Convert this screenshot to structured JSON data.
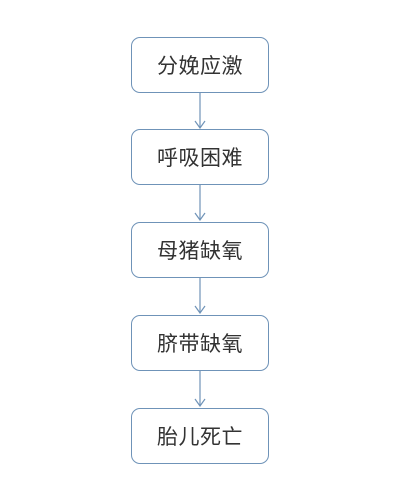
{
  "diagram": {
    "type": "vertical-flowchart",
    "nodes": [
      {
        "label": "分娩应激"
      },
      {
        "label": "呼吸困难"
      },
      {
        "label": "母猪缺氧"
      },
      {
        "label": "脐带缺氧"
      },
      {
        "label": "胎儿死亡"
      }
    ],
    "colors": {
      "node_border": "#6f93b8",
      "arrow": "#6f93b8",
      "text": "#333333",
      "background": "#ffffff"
    }
  }
}
